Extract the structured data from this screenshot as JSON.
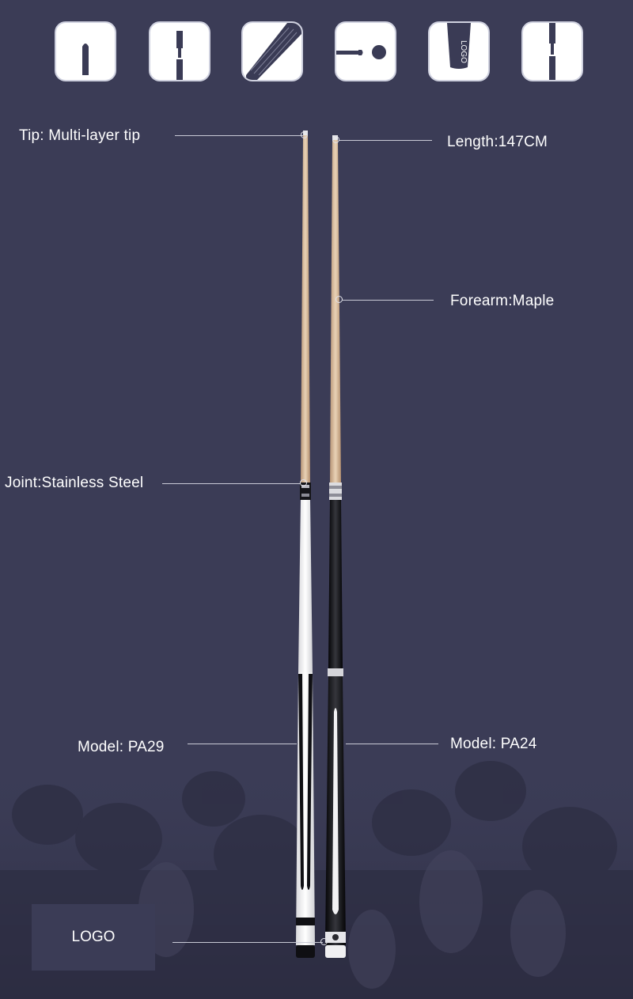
{
  "colors": {
    "background": "#3b3c56",
    "tile_background": "#ffffff",
    "icon_dark": "#3a3b55",
    "maple": "#d9bc9a",
    "white_butt": "#f4f4f4",
    "black_butt": "#141418",
    "text": "#ffffff"
  },
  "feature_icons": [
    {
      "name": "tip-icon"
    },
    {
      "name": "joint-icon"
    },
    {
      "name": "wood-grain-icon"
    },
    {
      "name": "cue-ball-icon"
    },
    {
      "name": "logo-butt-icon",
      "text": "LOGO"
    },
    {
      "name": "shaft-joint-icon"
    }
  ],
  "annotations": {
    "tip": "Tip: Multi-layer tip",
    "length": "Length:147CM",
    "forearm": "Forearm:Maple",
    "joint": "Joint:Stainless Steel",
    "model_left": "Model: PA29",
    "model_right": "Model: PA24",
    "logo": "LOGO"
  }
}
